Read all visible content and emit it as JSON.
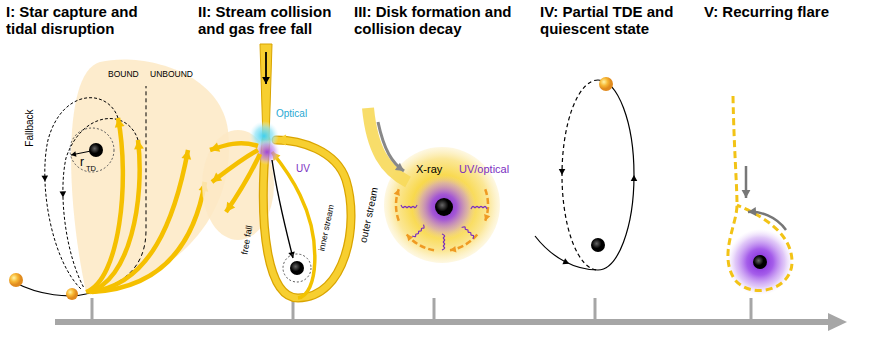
{
  "diagram": {
    "labels": [
      "I: Star capture and tidal disruption",
      "II: Stream collision and gas free fall",
      "III: Disk formation and collision decay",
      "IV: Partial TDE and quiescent state",
      "V: Recurring flare",
      "BOUND",
      "UNBOUND",
      "Fallback",
      "r",
      "TD",
      "Optical",
      "outer stream",
      "UV",
      "inner stream",
      "free fall",
      "X-ray",
      "UV/optical"
    ]
  }
}
